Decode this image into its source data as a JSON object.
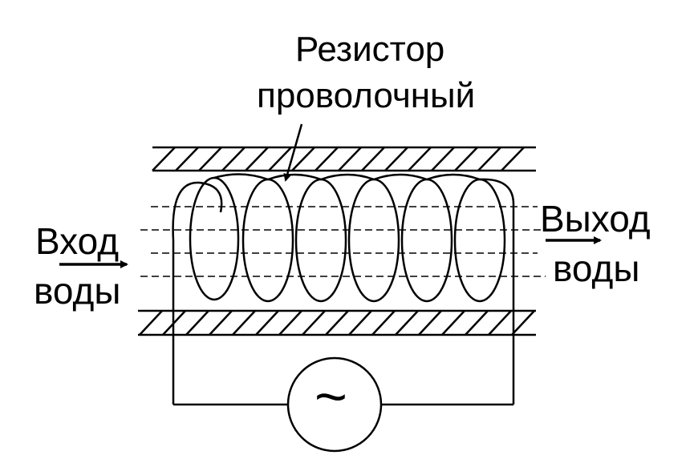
{
  "labels": {
    "title_line1": "Резистор",
    "title_line2": "проволочный",
    "inlet_line1": "Вход",
    "inlet_line2": "воды",
    "outlet_line1": "Выход",
    "outlet_line2": "воды",
    "ac_symbol": "~"
  },
  "colors": {
    "stroke": "#000000",
    "background": "#ffffff"
  }
}
